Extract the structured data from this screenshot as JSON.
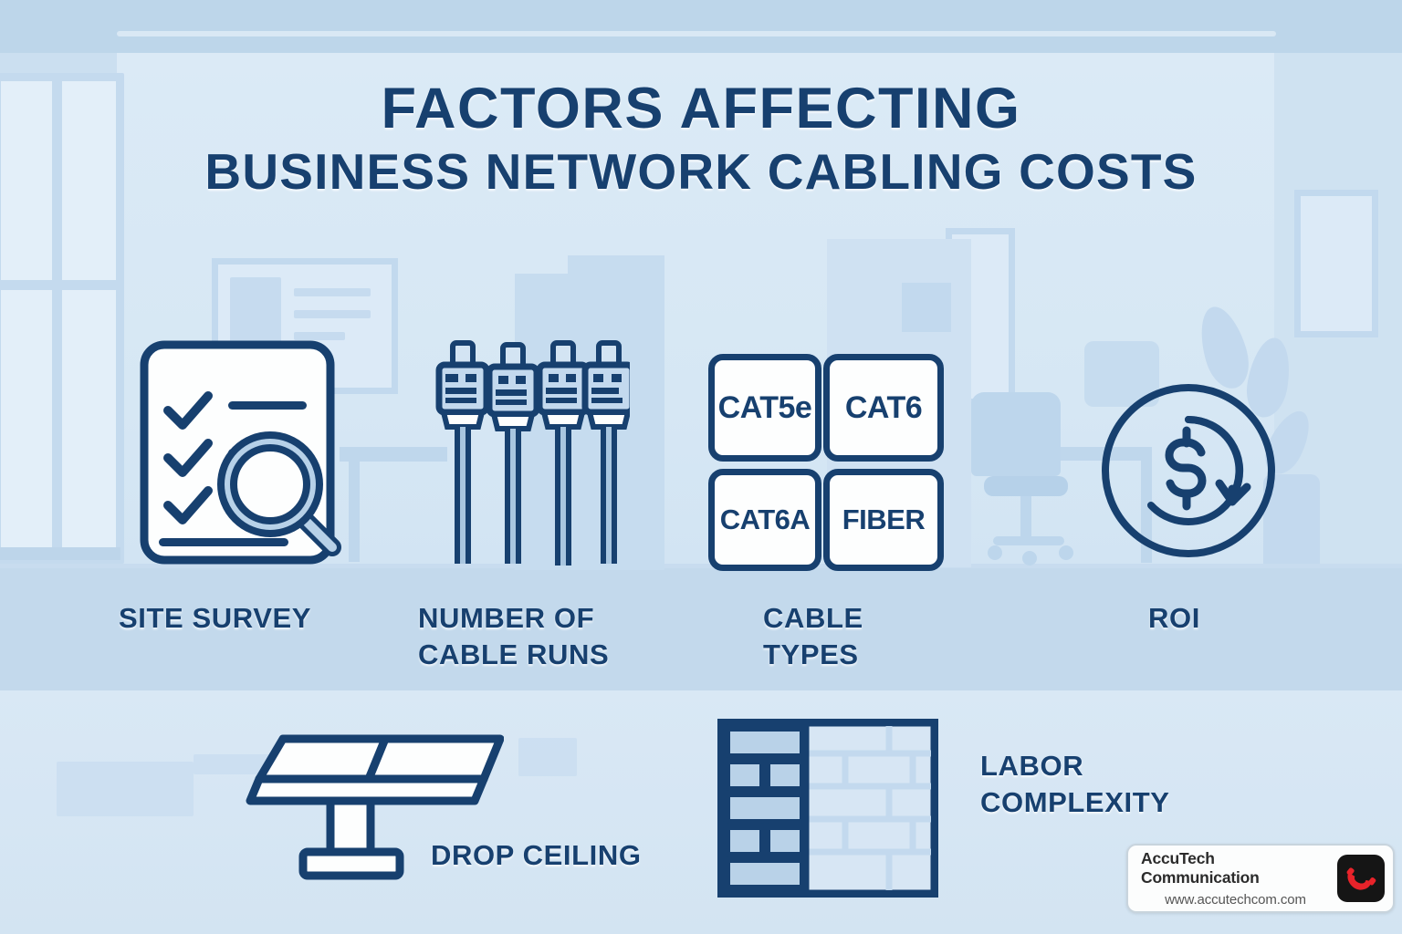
{
  "header": {
    "title_line1": "FACTORS AFFECTING",
    "title_line2": "BUSINESS NETWORK CABLING COSTS"
  },
  "theme": {
    "navy": "#17406f",
    "card_fill": "#fdfefe",
    "background": "#cbdeee",
    "band": "#d6e6f3",
    "logo_red": "#e8232a",
    "logo_badge": "#151515"
  },
  "factors": [
    {
      "id": "site-survey",
      "label": "SITE SURVEY",
      "icon": "checklist-magnifier-icon"
    },
    {
      "id": "number-cable-runs",
      "label": "NUMBER OF\nCABLE RUNS",
      "label_line1": "NUMBER OF",
      "label_line2": "CABLE RUNS",
      "icon": "rj45-cables-icon"
    },
    {
      "id": "cable-types",
      "label": "CABLE\nTYPES",
      "label_line1": "CABLE",
      "label_line2": "TYPES",
      "icon": "cable-type-tiles-icon"
    },
    {
      "id": "roi",
      "label": "ROI",
      "icon": "dollar-return-icon"
    },
    {
      "id": "drop-ceiling",
      "label": "DROP CEILING",
      "icon": "ceiling-panel-icon"
    },
    {
      "id": "labor-complexity",
      "label": "LABOR\nCOMPLEXITY",
      "label_line1": "LABOR",
      "label_line2": "COMPLEXITY",
      "icon": "brick-wall-icon"
    }
  ],
  "cable_types": [
    {
      "label": "CAT5e"
    },
    {
      "label": "CAT6"
    },
    {
      "label": "CAT6A"
    },
    {
      "label": "FIBER"
    }
  ],
  "brand": {
    "name": "AccuTech Communication",
    "url": "www.accutechcom.com",
    "icon": "phone-handset-icon"
  }
}
